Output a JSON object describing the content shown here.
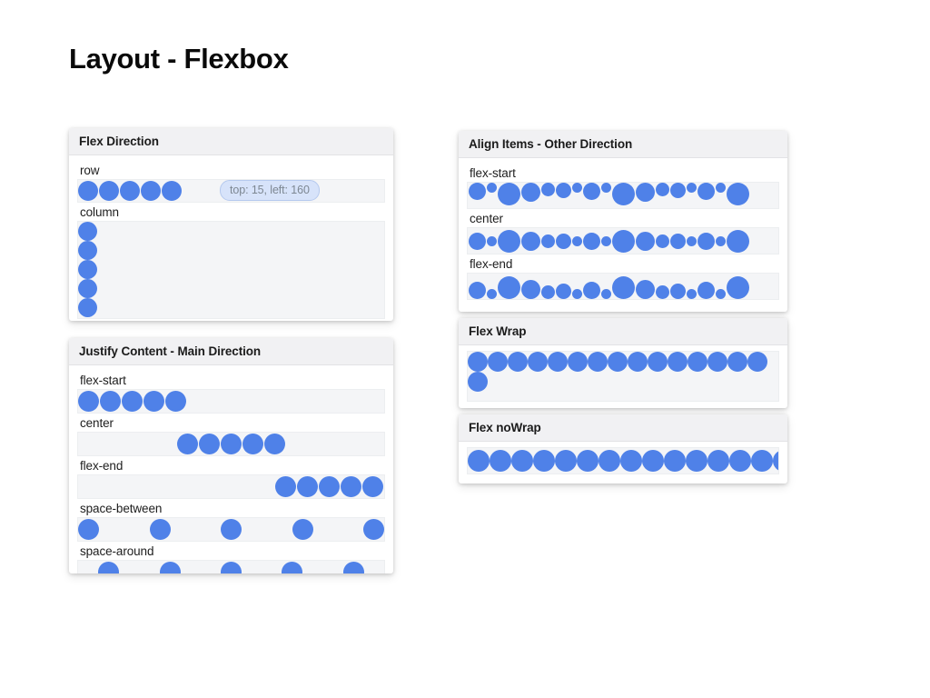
{
  "page": {
    "title": "Layout - Flexbox",
    "background": "#ffffff",
    "accent_color": "#4f81e8",
    "track_color": "#f4f5f7",
    "header_color": "#f1f1f3"
  },
  "cards": {
    "flex_direction": {
      "header": "Flex Direction",
      "rows": [
        {
          "label": "row",
          "count": 5,
          "direction": "row"
        },
        {
          "label": "column",
          "count": 5,
          "direction": "column"
        }
      ],
      "tooltip": {
        "text": "top: 15, left: 160",
        "background": "#d7e3fa",
        "text_color": "#7d8792"
      }
    },
    "justify_content": {
      "header": "Justify Content - Main Direction",
      "rows": [
        {
          "label": "flex-start",
          "count": 5,
          "justify": "flex-start"
        },
        {
          "label": "center",
          "count": 5,
          "justify": "center"
        },
        {
          "label": "flex-end",
          "count": 5,
          "justify": "flex-end"
        },
        {
          "label": "space-between",
          "count": 5,
          "justify": "space-between"
        },
        {
          "label": "space-around",
          "count": 5,
          "justify": "space-around"
        }
      ]
    },
    "align_items": {
      "header": "Align Items - Other Direction",
      "size_pattern": [
        19,
        11,
        25,
        21,
        15,
        17,
        11
      ],
      "count": 17,
      "rows": [
        {
          "label": "flex-start",
          "align": "flex-start"
        },
        {
          "label": "center",
          "align": "center"
        },
        {
          "label": "flex-end",
          "align": "flex-end"
        }
      ]
    },
    "flex_wrap": {
      "header": "Flex Wrap",
      "count": 16,
      "wrap": "wrap"
    },
    "flex_nowrap": {
      "header": "Flex noWrap",
      "count": 16,
      "wrap": "nowrap"
    }
  }
}
